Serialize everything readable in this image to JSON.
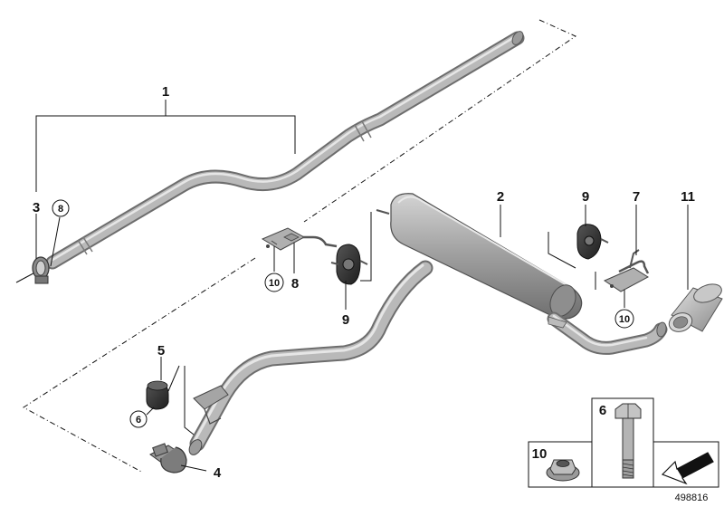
{
  "labels": {
    "p1": "1",
    "p2": "2",
    "p3": "3",
    "p4": "4",
    "p5": "5",
    "p6": "6",
    "p7": "7",
    "p8": "8",
    "p8_circled": "8",
    "p9_left": "9",
    "p9_right": "9",
    "p10_left": "10",
    "p10_right": "10",
    "p11": "11",
    "p6_circled": "6"
  },
  "inset": {
    "box1_label": "10",
    "box2_label": "6"
  },
  "drawing_number": "498816",
  "colors": {
    "pipe_dark": "#6d6d6d",
    "pipe_mid": "#b9b9b9",
    "rubber": "#2e2e2e",
    "line": "#111111"
  }
}
